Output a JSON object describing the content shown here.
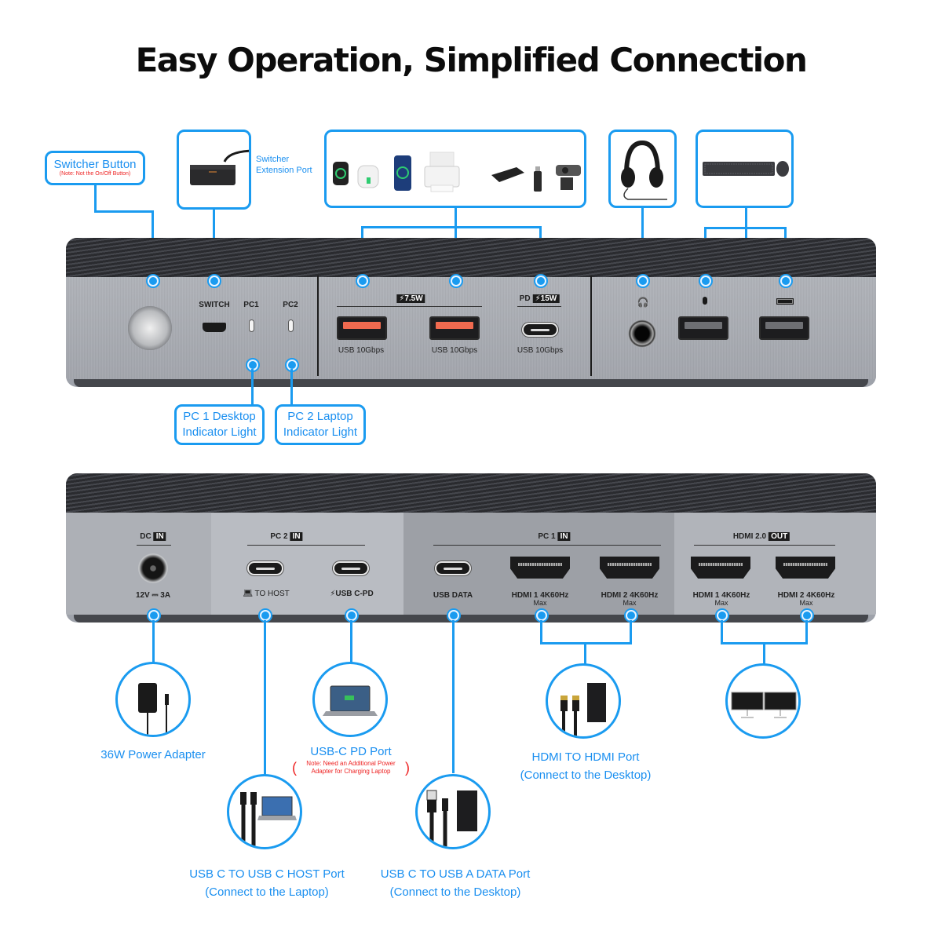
{
  "title": "Easy Operation, Simplified Connection",
  "colors": {
    "accent_blue": "#1a9bf0",
    "note_red": "#ee2222",
    "device_grey": "#a7aab1",
    "fins_dark": "#2a2b2f"
  },
  "front_panel": {
    "callouts": {
      "switcher_button": {
        "label": "Switcher Button",
        "note": "(Note: Not the On/Off Button)"
      },
      "switcher_extension": {
        "label_line1": "Switcher",
        "label_line2": "Extension Port",
        "icon": "switch-puck-icon"
      },
      "usb_devices": {
        "icons": [
          "smartwatch-icon",
          "earbuds-icon",
          "smartphone-icon",
          "printer-icon",
          "external-drive-icon",
          "usb-stick-icon",
          "webcam-icon"
        ]
      },
      "audio": {
        "icon": "headphones-icon"
      },
      "keyboard_mouse": {
        "icons": [
          "keyboard-icon",
          "mouse-icon"
        ]
      },
      "pc1_light": {
        "line1": "PC 1 Desktop",
        "line2": "Indicator Light"
      },
      "pc2_light": {
        "line1": "PC 2 Laptop",
        "line2": "Indicator Light"
      }
    },
    "labels": {
      "switch": "SWITCH",
      "pc1": "PC1",
      "pc2": "PC2",
      "power_a": "⚡7.5W",
      "pd": "PD",
      "power_c": "⚡15W",
      "usb_a1": "USB 10Gbps",
      "usb_a2": "USB 10Gbps",
      "usb_c": "USB 10Gbps",
      "headset_icon": "headset-icon",
      "mouse_icon": "mouse-icon",
      "keyboard_icon": "keyboard-icon"
    }
  },
  "rear_panel": {
    "labels": {
      "dc": "DC",
      "in": "IN",
      "out": "OUT",
      "dc_spec": "12V ⎓ 3A",
      "pc2": "PC 2",
      "to_host": "TO HOST",
      "usb_cpd": "USB C-PD",
      "pc1": "PC 1",
      "usb_data": "USB DATA",
      "hdmi_in_1": "HDMI 1 4K60Hz",
      "hdmi_in_2": "HDMI 2 4K60Hz",
      "hdmi_out_header": "HDMI 2.0",
      "hdmi_out_1": "HDMI 1 4K60Hz",
      "hdmi_out_2": "HDMI 2 4K60Hz",
      "max": "Max"
    },
    "callouts": {
      "power_adapter": {
        "label": "36W Power Adapter",
        "icon": "power-adapter-icon"
      },
      "usb_c_pd": {
        "label": "USB-C PD Port",
        "note_line1": "Note: Need an Additional Power",
        "note_line2": "Adapter for Charging Laptop",
        "icon": "laptop-charging-icon"
      },
      "usb_c_host": {
        "line1": "USB C TO USB C HOST Port",
        "line2": "(Connect to the Laptop)",
        "icon": "usb-c-cable-laptop-icon"
      },
      "usb_a_data": {
        "line1": "USB C TO USB A DATA Port",
        "line2": "(Connect to the Desktop)",
        "icon": "usb-a-cable-desktop-icon"
      },
      "hdmi_to_hdmi": {
        "line1": "HDMI TO HDMI Port",
        "line2": "(Connect to the Desktop)",
        "icon": "hdmi-cable-desktop-icon"
      },
      "dual_monitors": {
        "icon": "dual-monitor-icon"
      }
    }
  }
}
